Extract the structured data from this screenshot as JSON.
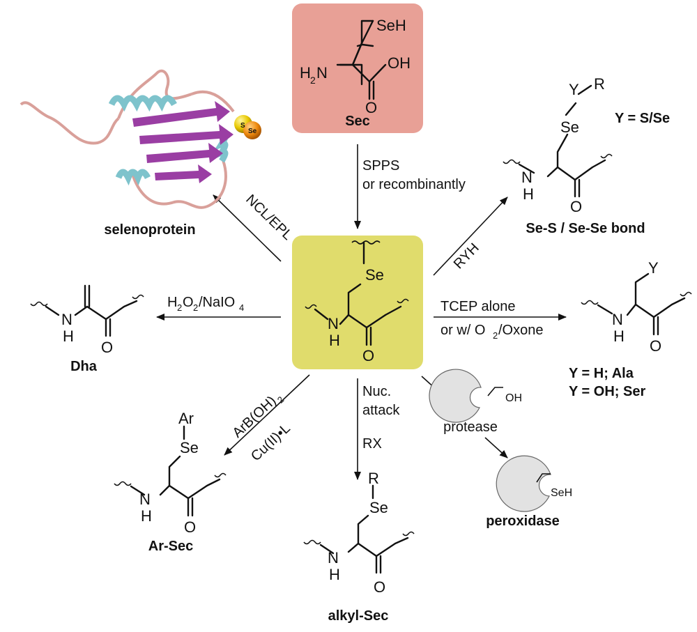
{
  "colors": {
    "sec_box": "#e8a096",
    "center_box": "#e0dc6c",
    "enzyme": "#e2e2e2",
    "protein_loop": "#d9a09a",
    "protein_helix": "#7ec3cc",
    "protein_sheet": "#9a3ea3",
    "sulfur_atom": "#e8c800",
    "selenium_atom": "#ee8a10"
  },
  "sec": {
    "seh": "SeH",
    "h2n": "H",
    "h2n_sub": "2",
    "h2n_n": "N",
    "oh": "OH",
    "o": "O",
    "name": "Sec"
  },
  "center": {
    "se": "Se",
    "nh_n": "N",
    "nh_h": "H",
    "o": "O"
  },
  "arrows": {
    "spps_1": "SPPS",
    "spps_2": "or recombinantly",
    "ncl": "NCL/EPL",
    "ryh": "RYH",
    "ox_h": "H",
    "ox_2a": "2",
    "ox_o": "O",
    "ox_2b": "2",
    "ox_rest": "/NaIO",
    "ox_4": "4",
    "tcep_1": "TCEP alone",
    "tcep_2a": "or w/ O",
    "tcep_2sub": "2",
    "tcep_2b": "/Oxone",
    "arb_a": "ArB(OH)",
    "arb_sub": "2",
    "cu": "Cu(II)•L",
    "nuc_1": "Nuc.",
    "nuc_2": "attack",
    "rx": "RX"
  },
  "products": {
    "selenoprotein": "selenoprotein",
    "protein_s": "S",
    "protein_se": "Se",
    "sese_y": "Y",
    "sese_r": "R",
    "sese_se": "Se",
    "sese_n": "N",
    "sese_h": "H",
    "sese_o": "O",
    "sese_ylabel": "Y = S/Se",
    "sese_name": "Se-S  / Se-Se bond",
    "dha_n": "N",
    "dha_h": "H",
    "dha_o": "O",
    "dha_name": "Dha",
    "alaser_y": "Y",
    "alaser_n": "N",
    "alaser_h": "H",
    "alaser_o": "O",
    "ala_label": "Y = H;  Ala",
    "ser_label": "Y = OH; Ser",
    "arsec_ar": "Ar",
    "arsec_se": "Se",
    "arsec_n": "N",
    "arsec_h": "H",
    "arsec_o": "O",
    "arsec_name": "Ar-Sec",
    "alkyl_r": "R",
    "alkyl_se": "Se",
    "alkyl_n": "N",
    "alkyl_h": "H",
    "alkyl_o": "O",
    "alkyl_name": "alkyl-Sec",
    "protease_oh": "OH",
    "protease_name": "protease",
    "peroxidase_seh": "SeH",
    "peroxidase_name": "peroxidase"
  }
}
